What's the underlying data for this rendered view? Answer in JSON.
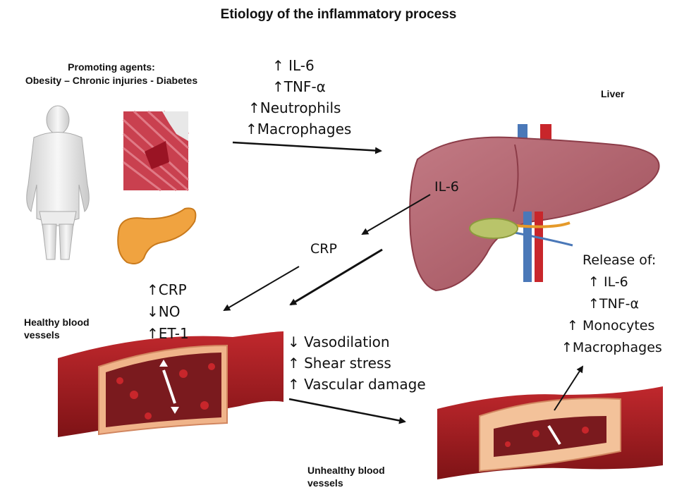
{
  "title": "Etiology of the inflammatory process",
  "promoting_agents": {
    "heading": "Promoting agents:",
    "list": "Obesity – Chronic injuries - Diabetes"
  },
  "top_changes": [
    "↑ IL-6",
    "↑TNF-α",
    "↑Neutrophils",
    "↑Macrophages"
  ],
  "liver_label": "Liver",
  "liver_il6": "IL-6",
  "crp_label": "CRP",
  "vessel_markers": [
    "↑CRP",
    "↓NO",
    "↑ET-1"
  ],
  "healthy_label": "Healthy blood vessels",
  "middle_effects": [
    "↓ Vasodilation",
    "↑ Shear stress",
    "↑ Vascular damage"
  ],
  "release": {
    "heading": "Release of:",
    "items": [
      "↑ IL-6",
      "↑TNF-α",
      "↑ Monocytes",
      "↑Macrophages"
    ]
  },
  "unhealthy_label": "Unhealthy blood vessels",
  "colors": {
    "liver": "#b5646e",
    "vessel": "#a81e22",
    "vessel_inner": "#f0b48a",
    "lumen": "#7a1a1e",
    "gallbladder": "#b9c46a",
    "vein_blue": "#4a78b8",
    "artery_red": "#c8262b",
    "pancreas": "#f0a340",
    "muscle": "#c7384a"
  },
  "icons": [
    "human-figure-icon",
    "muscle-tissue-icon",
    "pancreas-icon",
    "liver-icon",
    "healthy-vessel-icon",
    "unhealthy-vessel-icon"
  ]
}
